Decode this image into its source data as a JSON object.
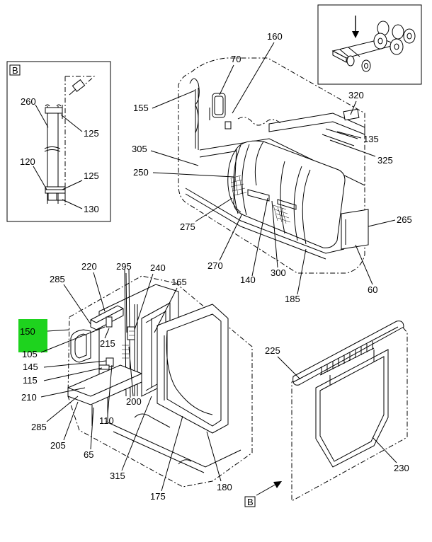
{
  "highlight_color": "#1ed31e",
  "callouts": {
    "c_160": "160",
    "c_70": "70",
    "c_155": "155",
    "c_320": "320",
    "c_135": "135",
    "c_305": "305",
    "c_325": "325",
    "c_250": "250",
    "c_265": "265",
    "c_275": "275",
    "c_270": "270",
    "c_140": "140",
    "c_300": "300",
    "c_185": "185",
    "c_60": "60",
    "c_220": "220",
    "c_295": "295",
    "c_240": "240",
    "c_285a": "285",
    "c_165": "165",
    "c_150": "150",
    "c_215": "215",
    "c_105": "105",
    "c_145": "145",
    "c_115": "115",
    "c_210": "210",
    "c_200": "200",
    "c_110": "110",
    "c_285b": "285",
    "c_205": "205",
    "c_65": "65",
    "c_315": "315",
    "c_175": "175",
    "c_180": "180",
    "c_225": "225",
    "c_230": "230",
    "c_260": "260",
    "c_125a": "125",
    "c_120": "120",
    "c_125b": "125",
    "c_130": "130"
  },
  "view_tags": {
    "detail_b_tag": "B",
    "ref_b_tag": "B"
  },
  "icons": {
    "locator": "truck-chassis-locator-icon",
    "arrow": "down-arrow-icon",
    "ref_arrow": "diagonal-arrow-icon"
  }
}
